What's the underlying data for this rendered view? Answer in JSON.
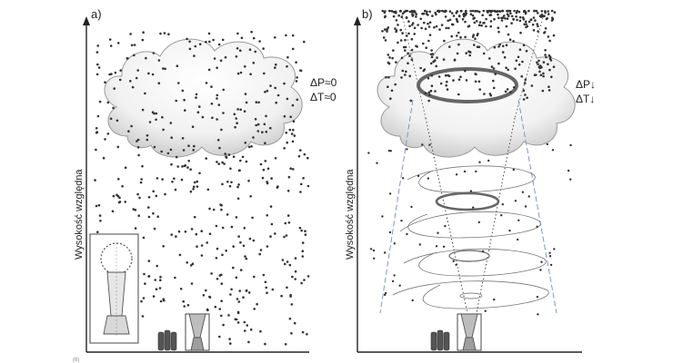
{
  "panels": [
    {
      "label": "a)",
      "y_axis_label": "Wysokość względna",
      "delta_p": "ΔP≈0",
      "delta_t": "ΔT≈0"
    },
    {
      "label": "b)",
      "y_axis_label": "Wysokość względna",
      "delta_p": "ΔP↓",
      "delta_t": "ΔT↓"
    }
  ],
  "footnote": "(6)",
  "colors": {
    "ink": "#222222",
    "cloud_fill": "#f4f4f4",
    "cloud_shadow": "#c8c8c8",
    "vortex_ring": "#666666",
    "dashed_cone": "#6f8fbf",
    "dot": "#333333"
  },
  "icons": {
    "device": "hail-cannon-icon",
    "tanks": "gas-cylinders-icon",
    "inset": "cannon-cross-section-icon"
  }
}
